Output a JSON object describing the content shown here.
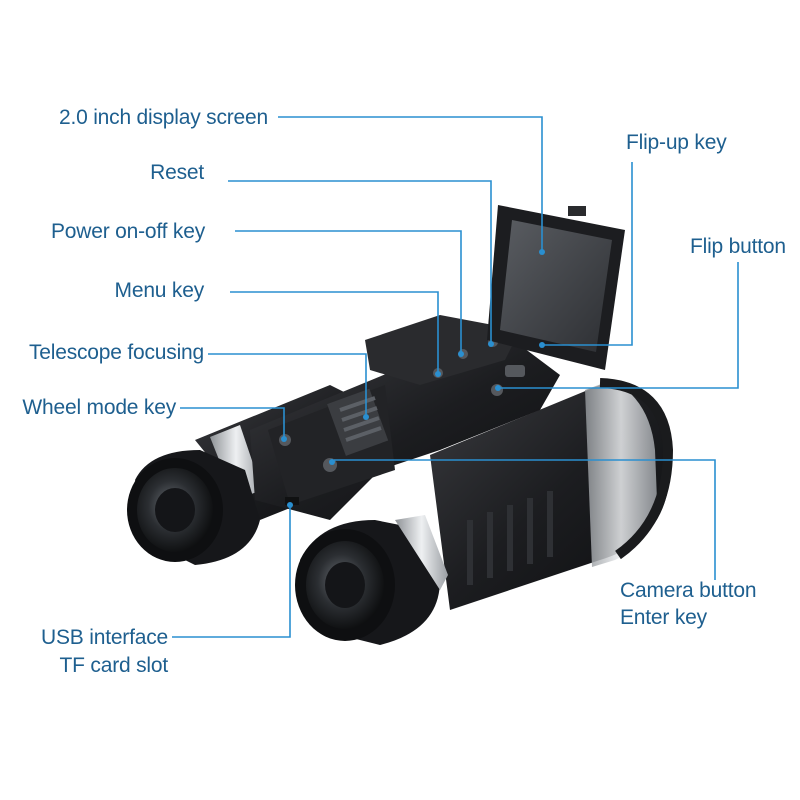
{
  "labels": {
    "display_screen": "2.0 inch display screen",
    "reset": "Reset",
    "power_key": "Power on-off key",
    "menu_key": "Menu key",
    "telescope_focusing": "Telescope focusing",
    "wheel_mode_key": "Wheel mode key",
    "usb_interface": "USB interface",
    "tf_card_slot": "TF card slot",
    "flip_up_key": "Flip-up key",
    "flip_button": "Flip button",
    "camera_button": "Camera button",
    "enter_key": "Enter key"
  },
  "colors": {
    "label_text": "#1e5f8f",
    "leader_line": "#2a8fd0",
    "body_dark": "#1b1c1e",
    "body_silver": "#c9ccd0"
  }
}
